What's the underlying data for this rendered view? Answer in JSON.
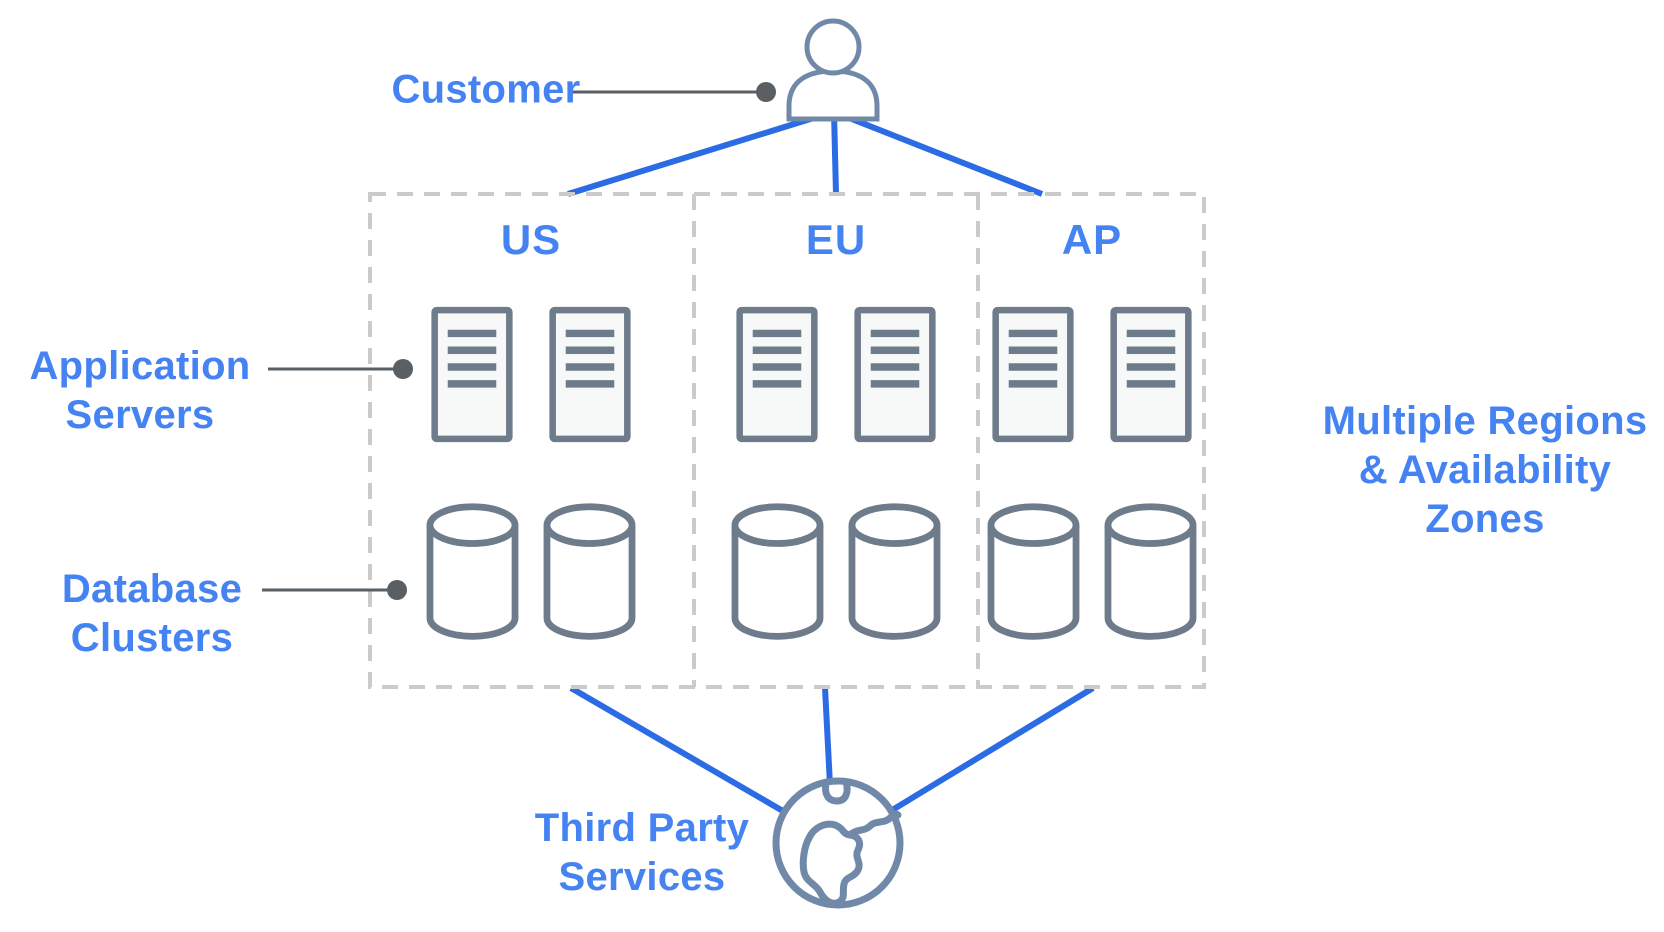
{
  "labels": {
    "customer": "Customer",
    "application_servers": [
      "Application",
      "Servers"
    ],
    "database_clusters": [
      "Database",
      "Clusters"
    ],
    "multiple_regions": [
      "Multiple Regions",
      "& Availability",
      "Zones"
    ],
    "third_party_services": [
      "Third Party",
      "Services"
    ]
  },
  "regions": [
    {
      "code": "US",
      "app_servers": 2,
      "db_clusters": 2
    },
    {
      "code": "EU",
      "app_servers": 2,
      "db_clusters": 2
    },
    {
      "code": "AP",
      "app_servers": 2,
      "db_clusters": 2
    }
  ],
  "icons": {
    "customer": "person-icon",
    "app_server": "server-icon",
    "db_cluster": "database-cylinder-icon",
    "third_party": "globe-icon"
  },
  "colors": {
    "label_blue": "#4583f2",
    "line_blue": "#2b6be4",
    "icon_slate": "#6e7b8a",
    "figure_blue_gray": "#7189a9",
    "connector_gray": "#5a5f64",
    "dash_gray": "#cbcbcb",
    "server_fill": "#f7f8f8"
  }
}
